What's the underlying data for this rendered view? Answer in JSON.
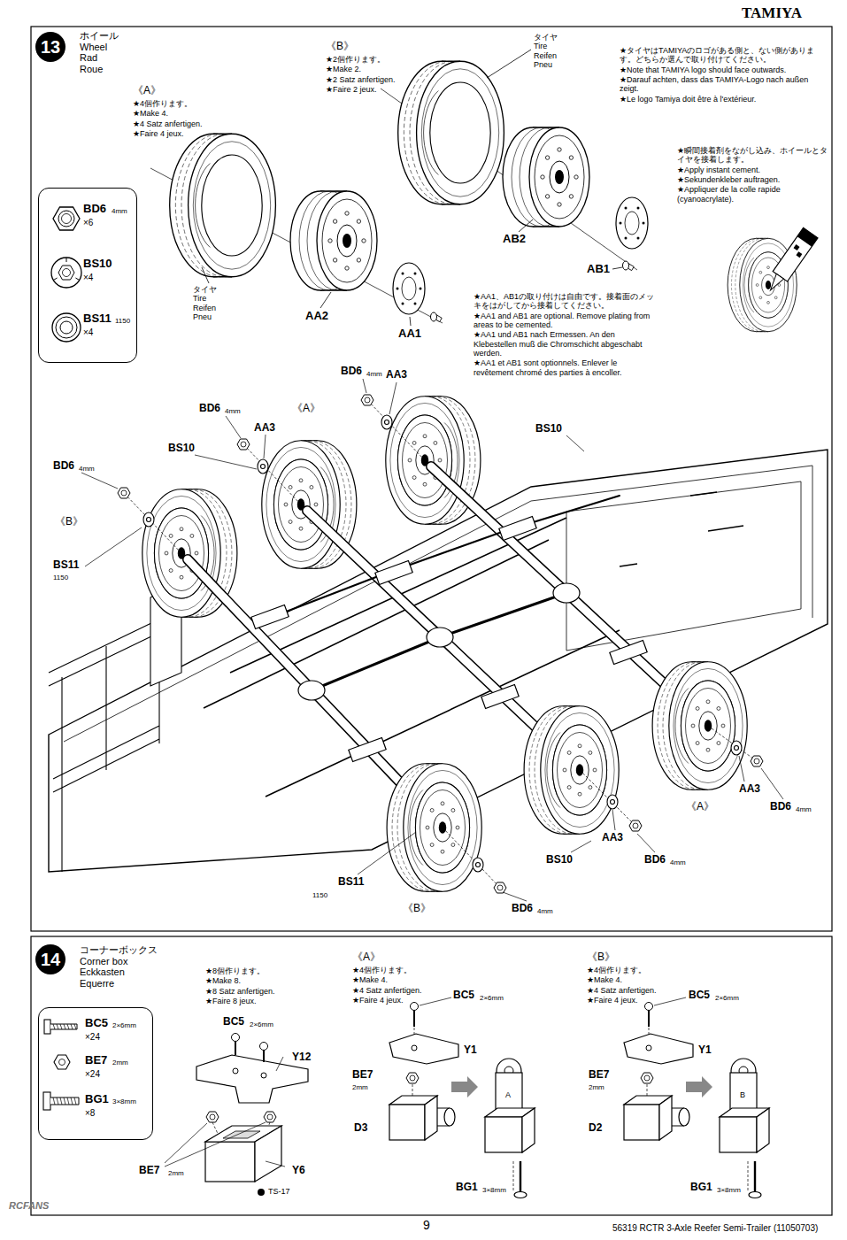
{
  "diagram": {
    "nodes": [
      {
        "text": [
          "13",
          "ホイール Wheel Rad Roue"
        ]
      },
      {
        "text": [
          "BD6",
          "4mm",
          "×6",
          "BS10",
          "×4",
          "BS11",
          "1150",
          "×4"
        ]
      },
      {
        "text": [
          "14",
          "コーナーボックス Corner box Eckkasten Equerre"
        ]
      },
      {
        "text": [
          "BC5",
          "2×6mm",
          "×24",
          "BE7",
          "2mm",
          "×24",
          "BG1",
          "3×8mm",
          "×8"
        ]
      }
    ],
    "labels": [
      "TAMIYA",
      "《A》",
      "★4個作ります。",
      "★Make 4.",
      "★4 Satz anfertigen.",
      "★Faire 4 jeux.",
      "タイヤ Tire Reifen Pneu",
      "AA2",
      "AA1",
      "《B》",
      "★2個作ります。",
      "★Make 2.",
      "★2 Satz anfertigen.",
      "★Faire 2 jeux.",
      "タイヤ Tire Reifen Pneu",
      "AB2",
      "AB1",
      "★タイヤはTAMIYAのロゴがある側と、ない側があります。どちらか選んで取り付けてください。",
      "★Note that TAMIYA logo should face outwards.",
      "★Darauf achten, dass das TAMIYA-Logo nach außen zeigt.",
      "★Le logo Tamiya doit être à l'extérieur.",
      "★瞬間接着剤をながし込み、ホイールとタイヤを接着します。",
      "★Apply instant cement.",
      "★Sekundenkleber auftragen.",
      "★Appliquer de la colle rapide (cyanoacrylate).",
      "★AA1、AB1の取り付けは自由です。接着面のメッキをはがしてから接着してください。",
      "★AA1 and AB1 are optional. Remove plating from areas to be cemented.",
      "★AA1 und AB1 nach Ermessen. An den Klebestellen muß die Chromschicht abgeschabt werden.",
      "★AA1 et AB1 sont optionnels. Enlever le revêtement chromé des parties à encoller.",
      "BD6",
      "4mm",
      "AA3",
      "BD6",
      "4mm",
      "AA3",
      "《A》",
      "BS10",
      "BD6",
      "4mm",
      "《B》",
      "BS11",
      "1150",
      "BS10",
      "AA3",
      "BD6",
      "4mm",
      "《A》",
      "AA3",
      "BS10",
      "BD6",
      "4mm",
      "BS11",
      "1150",
      "《B》",
      "BD6",
      "4mm",
      "★8個作ります。",
      "★Make 8.",
      "★8 Satz anfertigen.",
      "★Faire 8 jeux.",
      "BC5",
      "2×6mm",
      "Y12",
      "BE7",
      "2mm",
      "Y6",
      "TS-17",
      "《A》",
      "★4個作ります。",
      "★Make 4.",
      "★4 Satz anfertigen.",
      "★Faire 4 jeux.",
      "BC5",
      "2×6mm",
      "Y1",
      "BE7",
      "2mm",
      "A",
      "D3",
      "BG1",
      "3×8mm",
      "《B》",
      "★4個作ります。",
      "★Make 4.",
      "★4 Satz anfertigen.",
      "★Faire 4 jeux.",
      "BC5",
      "2×6mm",
      "Y1",
      "BE7",
      "2mm",
      "B",
      "D2",
      "BG1",
      "3×8mm",
      "9",
      "56319 RCTR 3-Axle Reefer Semi-Trailer (11050703)",
      "RCFANS"
    ]
  }
}
